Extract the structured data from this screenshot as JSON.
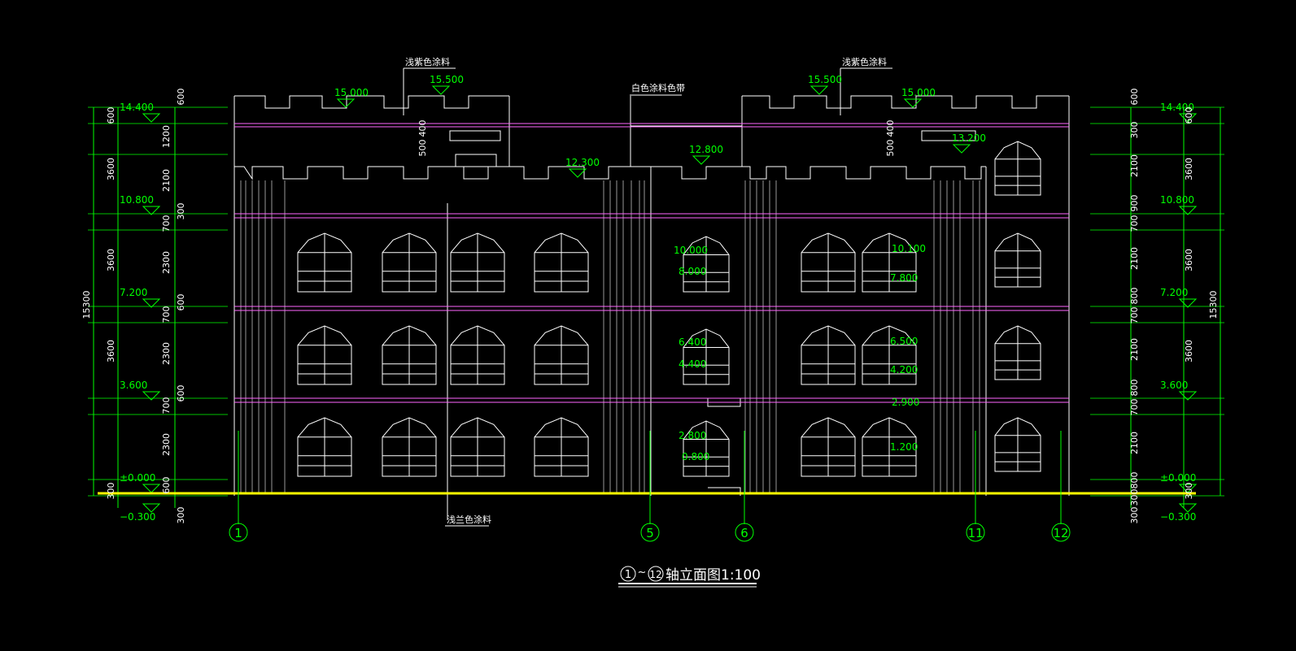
{
  "drawing": {
    "title_axis_start": "1",
    "title_sep": "~",
    "title_axis_end": "12",
    "title_text": "轴立面图1:100"
  },
  "colors": {
    "background": "#000000",
    "outline": "#ffffff",
    "dimension": "#00ff00",
    "floor_band": "#ff66ff",
    "ground": "#ffff00"
  },
  "axes": [
    "1",
    "5",
    "6",
    "11",
    "12"
  ],
  "notes": {
    "top_left": "浅紫色涂料",
    "top_right": "浅紫色涂料",
    "center": "白色涂料色带",
    "bottom": "浅兰色涂料"
  },
  "levels_left": [
    "14.400",
    "10.800",
    "7.200",
    "3.600",
    "±0.000",
    "−0.300"
  ],
  "levels_right": [
    "14.400",
    "10.800",
    "7.200",
    "3.600",
    "±0.000",
    "−0.300"
  ],
  "levels_top": [
    "15.000",
    "15.500",
    "12.300",
    "12.800",
    "15.500",
    "15.000",
    "13.200"
  ],
  "window_levels": [
    "10.000",
    "8.000",
    "6.400",
    "4.400",
    "2.800",
    "0.800",
    "10.100",
    "7.800",
    "6.500",
    "4.200",
    "2.900",
    "1.200"
  ],
  "dims_left_outer": [
    "15300",
    "600",
    "3600",
    "3600",
    "3600",
    "300"
  ],
  "dims_left_inner": [
    "600",
    "1200",
    "2100",
    "300",
    "700",
    "2300",
    "600",
    "700",
    "2300",
    "600",
    "700",
    "2300",
    "600",
    "300"
  ],
  "dims_right_inner": [
    "600",
    "300",
    "2100",
    "900",
    "700",
    "2100",
    "800",
    "700",
    "2100",
    "800",
    "700",
    "2100",
    "800",
    "300",
    "300"
  ],
  "dims_right_outer": [
    "600",
    "3600",
    "3600",
    "3600",
    "300",
    "15300"
  ],
  "dims_top_small": [
    "400",
    "500",
    "400",
    "500"
  ]
}
